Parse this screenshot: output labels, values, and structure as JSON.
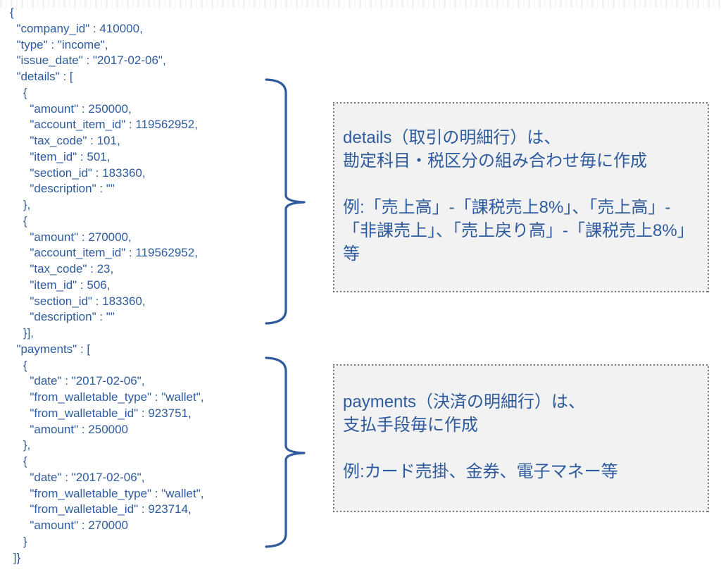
{
  "colors": {
    "text_blue": "#2E5B9D",
    "brace_blue": "#2F5B9D",
    "note_box_background": "#F2F2F2",
    "note_box_border_dots": "#6A6A6A",
    "page_background": "#FFFFFF"
  },
  "code_block": {
    "language": "json",
    "lines": [
      "{",
      "  \"company_id\" : 410000,",
      "  \"type\" : \"income\",",
      "  \"issue_date\" : \"2017-02-06\",",
      "  \"details\" : [",
      "    {",
      "      \"amount\" : 250000,",
      "      \"account_item_id\" : 119562952,",
      "      \"tax_code\" : 101,",
      "      \"item_id\" : 501,",
      "      \"section_id\" : 183360,",
      "      \"description\" : \"\"",
      "    },",
      "    {",
      "      \"amount\" : 270000,",
      "      \"account_item_id\" : 119562952,",
      "      \"tax_code\" : 23,",
      "      \"item_id\" : 506,",
      "      \"section_id\" : 183360,",
      "      \"description\" : \"\"",
      "    }],",
      "  \"payments\" : [",
      "    {",
      "      \"date\" : \"2017-02-06\",",
      "      \"from_walletable_type\" : \"wallet\",",
      "      \"from_walletable_id\" : 923751,",
      "      \"amount\" : 250000",
      "    },",
      "    {",
      "      \"date\" : \"2017-02-06\",",
      "      \"from_walletable_type\" : \"wallet\",",
      "      \"from_walletable_id\" : 923714,",
      "      \"amount\" : 270000",
      "    }",
      " ]}"
    ]
  },
  "annotations": {
    "details_note": {
      "lines": [
        "details（取引の明細行）は、",
        "勘定科目・税区分の組み合わせ毎に作成",
        "",
        "例:「売上高」-「課税売上8%」、「売上高」-",
        "「非課売上」、「売上戻り高」-「課税売上8%」",
        "等"
      ]
    },
    "payments_note": {
      "lines": [
        "payments（決済の明細行）は、",
        "支払手段毎に作成",
        "",
        "例:カード売掛、金券、電子マネー等"
      ]
    }
  }
}
